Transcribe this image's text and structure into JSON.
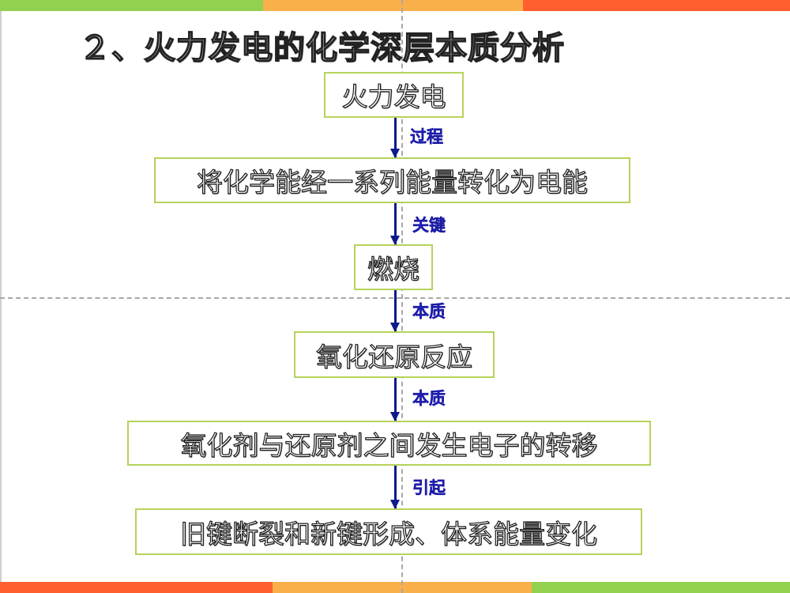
{
  "slide": {
    "title": "２、火力发电的化学深层本质分析",
    "colors": {
      "green": "#92d050",
      "orange": "#f9b04b",
      "red": "#ff5f2e",
      "node_border": "#b5d35a",
      "arrow": "#0d1a8a",
      "label": "#2a2ae0"
    }
  },
  "flowchart": {
    "nodes": [
      {
        "id": "n1",
        "text": "火力发电"
      },
      {
        "id": "n2",
        "text": "将化学能经一系列能量转化为电能"
      },
      {
        "id": "n3",
        "text": "燃烧"
      },
      {
        "id": "n4",
        "text": "氧化还原反应"
      },
      {
        "id": "n5",
        "text": "氧化剂与还原剂之间发生电子的转移"
      },
      {
        "id": "n6",
        "text": "旧键断裂和新键形成、体系能量变化"
      }
    ],
    "edges": [
      {
        "from": "n1",
        "to": "n2",
        "label": "过程"
      },
      {
        "from": "n2",
        "to": "n3",
        "label": "关键"
      },
      {
        "from": "n3",
        "to": "n4",
        "label": "本质"
      },
      {
        "from": "n4",
        "to": "n5",
        "label": "本质"
      },
      {
        "from": "n5",
        "to": "n6",
        "label": "引起"
      }
    ]
  }
}
